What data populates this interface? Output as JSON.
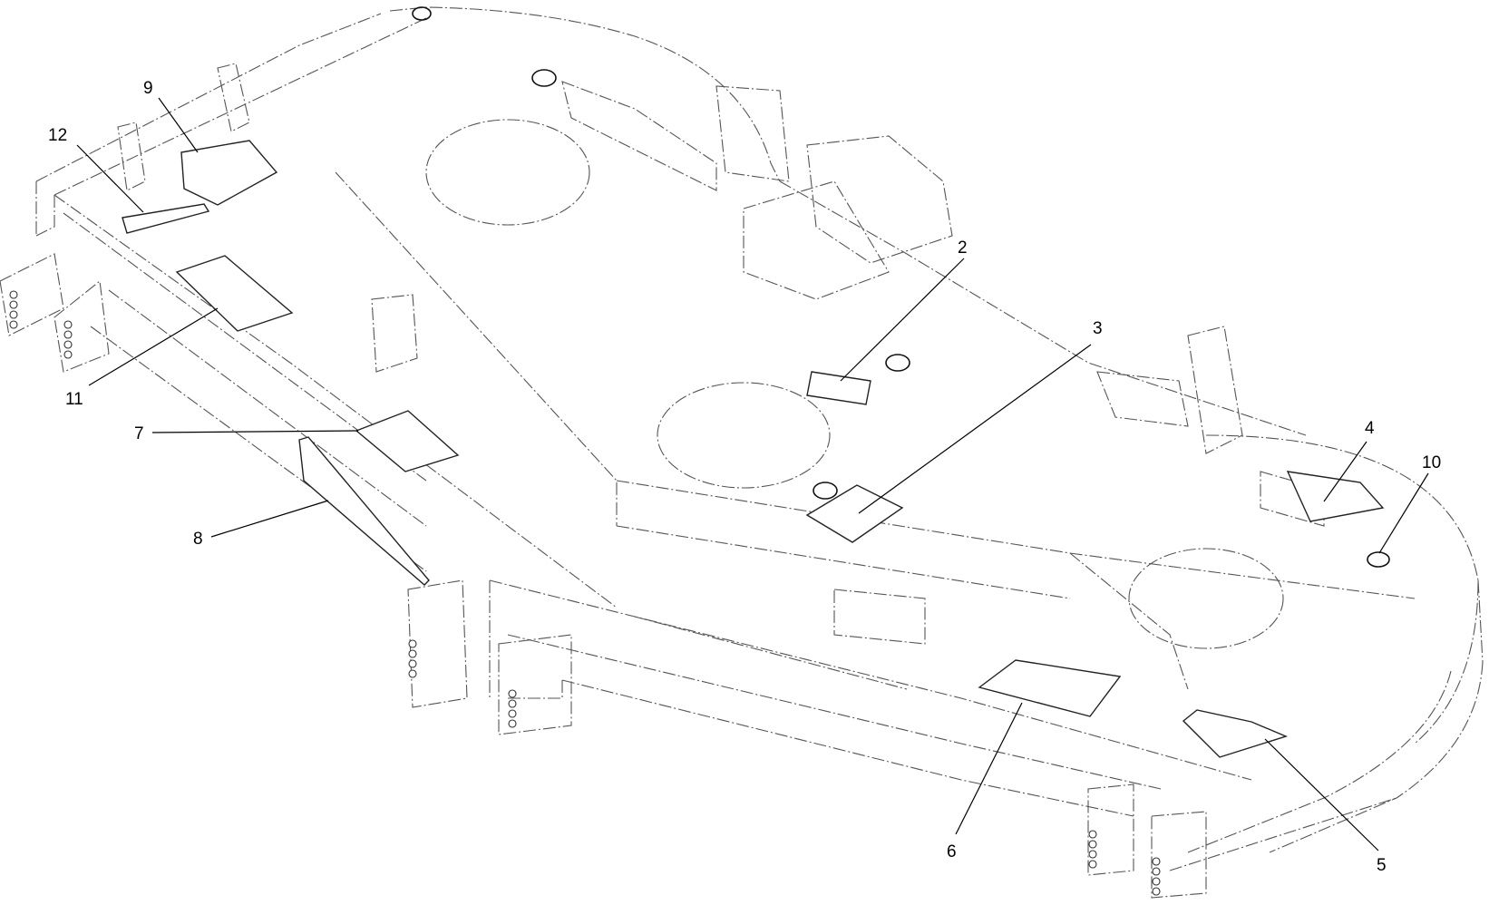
{
  "callouts": [
    {
      "id": "c1",
      "label": "2"
    },
    {
      "id": "c2",
      "label": "3"
    },
    {
      "id": "c3",
      "label": "4"
    },
    {
      "id": "c4",
      "label": "10"
    },
    {
      "id": "c5",
      "label": "9"
    },
    {
      "id": "c6",
      "label": "12"
    },
    {
      "id": "c7",
      "label": "11"
    },
    {
      "id": "c8",
      "label": "7"
    },
    {
      "id": "c9",
      "label": "8"
    },
    {
      "id": "c10",
      "label": "6"
    },
    {
      "id": "c11",
      "label": "5"
    }
  ]
}
